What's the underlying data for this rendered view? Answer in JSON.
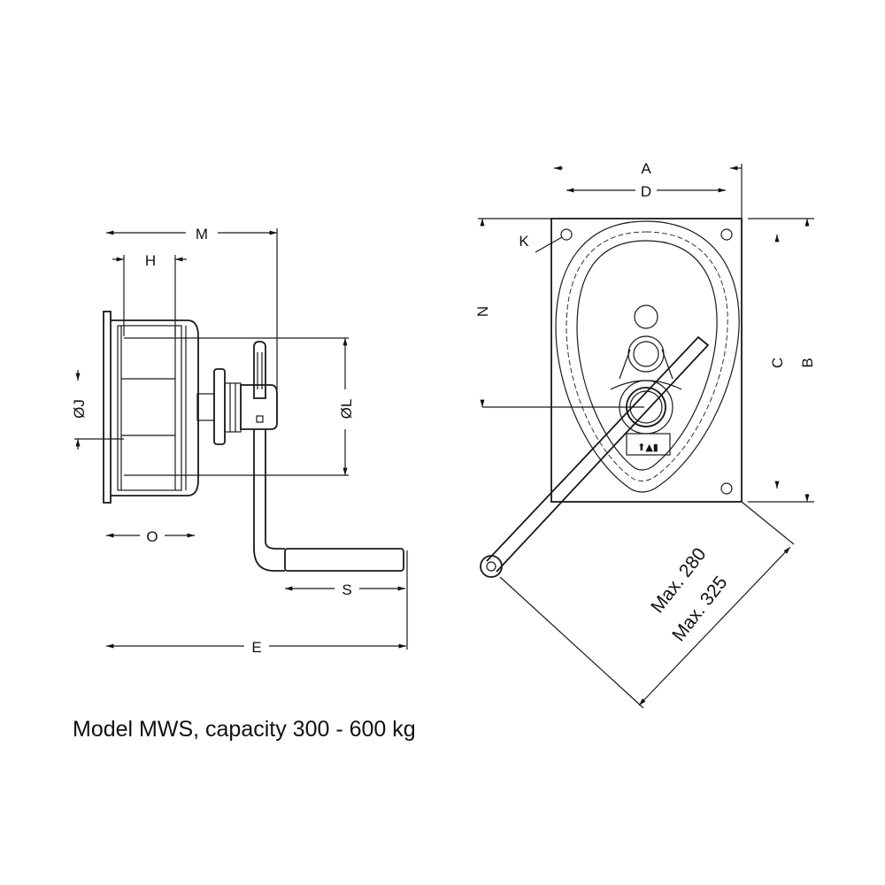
{
  "figure": {
    "caption": "Model MWS, capacity 300 - 600 kg",
    "side_view_labels": {
      "M": "M",
      "H": "H",
      "J": "ØJ",
      "L": "ØL",
      "O": "O",
      "S": "S",
      "E": "E"
    },
    "front_view_labels": {
      "A": "A",
      "D": "D",
      "K": "K",
      "N": "N",
      "C": "C",
      "B": "B",
      "max1": "Max. 280",
      "max2": "Max. 325"
    }
  }
}
